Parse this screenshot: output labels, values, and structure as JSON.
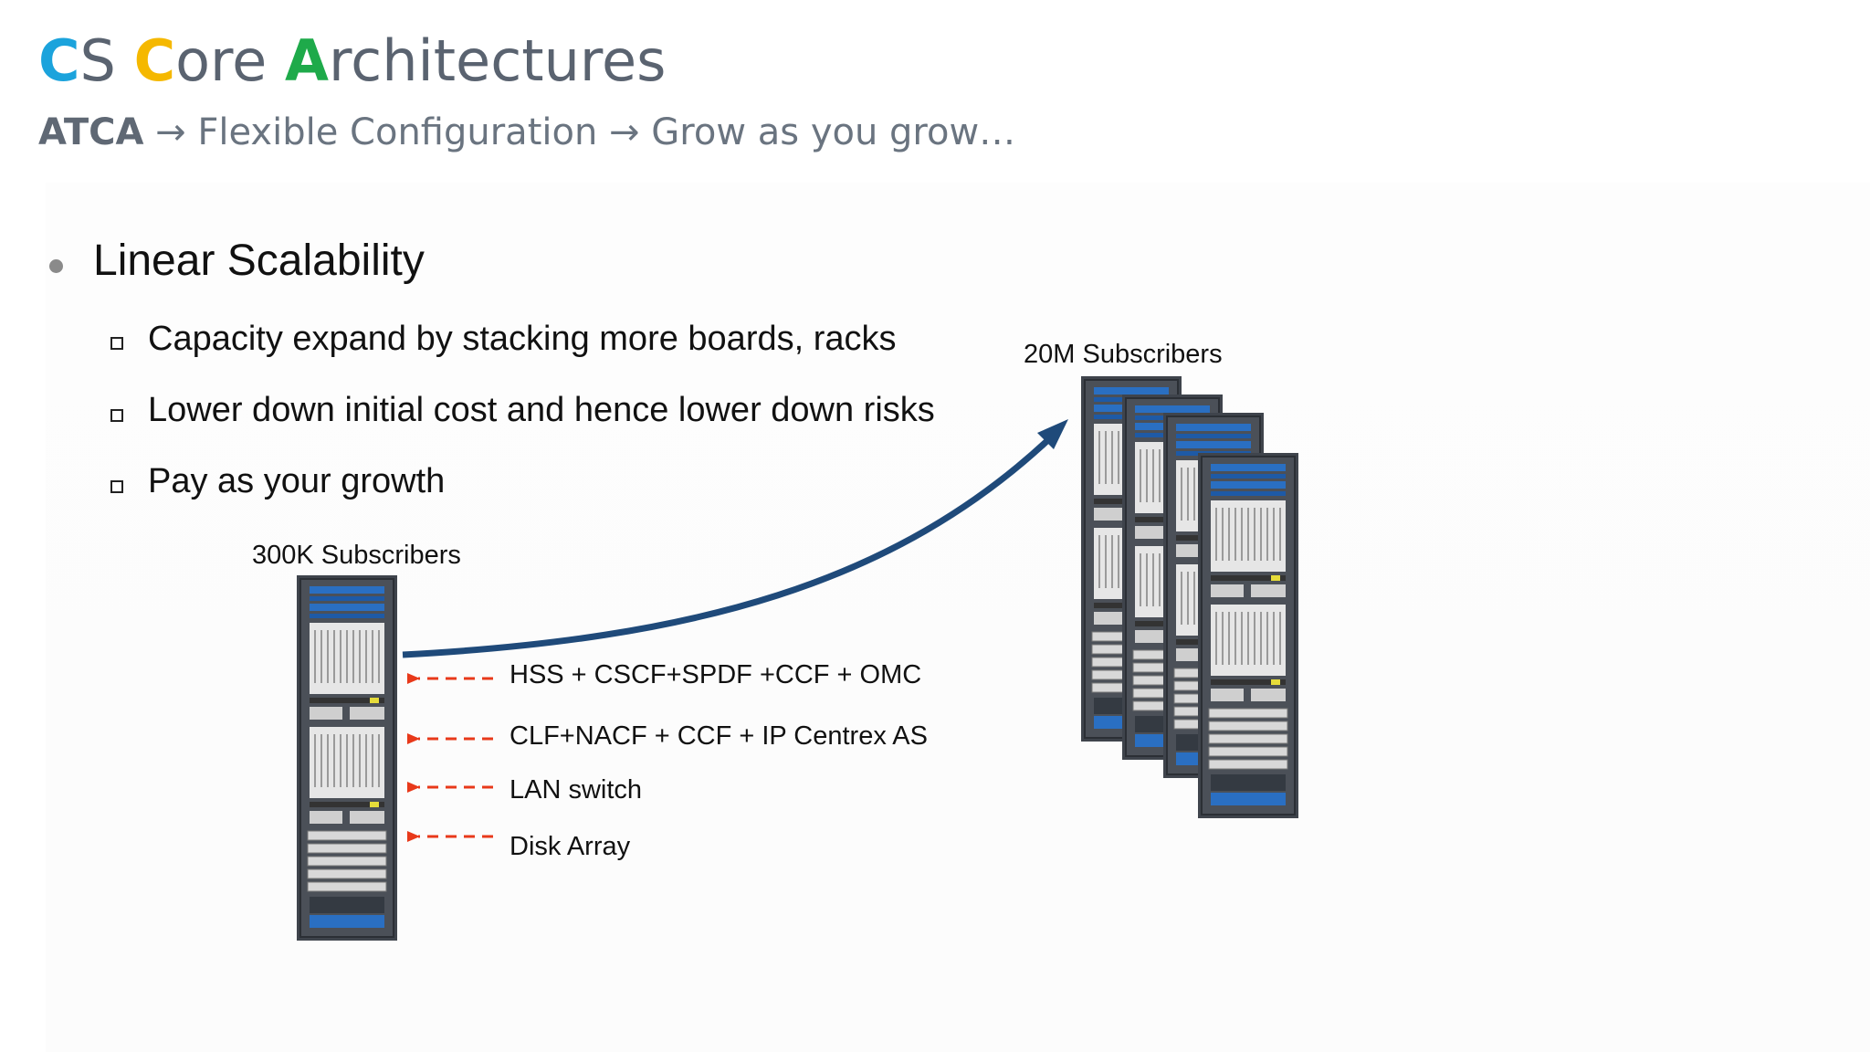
{
  "title": {
    "c1": "C",
    "r1": "S ",
    "c2": "C",
    "r2": "ore ",
    "c3": "A",
    "r3": "rchitectures",
    "colors": {
      "c1": "#1ba3dc",
      "c2": "#f5b800",
      "c3": "#1eaa4a"
    }
  },
  "subtitle": {
    "lead": "ATCA",
    "arrow": "→",
    "part1": "Flexible Configuration",
    "part2": "Grow as you grow…"
  },
  "bullets": {
    "main": "Linear Scalability",
    "items": [
      "Capacity expand by stacking more boards, racks",
      "Lower down initial cost and hence lower down risks",
      "Pay as your growth"
    ]
  },
  "diagram": {
    "small_label": "300K Subscribers",
    "large_label": "20M Subscribers",
    "components": [
      "HSS + CSCF+SPDF +CCF + OMC",
      "CLF+NACF + CCF + IP Centrex AS",
      "LAN switch",
      "Disk Array"
    ],
    "colors": {
      "growth_arrow": "#1f4a7a",
      "pointer_arrows": "#e8391a",
      "rack_blue": "#2a6fc2"
    }
  }
}
